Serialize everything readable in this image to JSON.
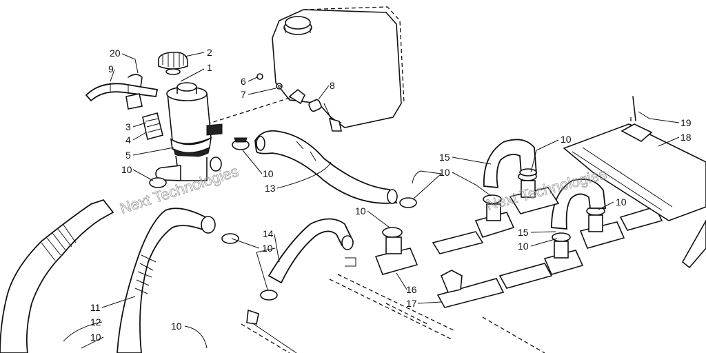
{
  "watermark": {
    "text": "Next Technologies"
  },
  "callouts": [
    {
      "id": "c20",
      "text": "20"
    },
    {
      "id": "c9",
      "text": "9"
    },
    {
      "id": "c2",
      "text": "2"
    },
    {
      "id": "c1",
      "text": "1"
    },
    {
      "id": "c6",
      "text": "6"
    },
    {
      "id": "c7",
      "text": "7"
    },
    {
      "id": "c8",
      "text": "8"
    },
    {
      "id": "c3",
      "text": "3"
    },
    {
      "id": "c4",
      "text": "4"
    },
    {
      "id": "c5",
      "text": "5"
    },
    {
      "id": "c10a",
      "text": "10"
    },
    {
      "id": "c10b",
      "text": "10"
    },
    {
      "id": "c13",
      "text": "13"
    },
    {
      "id": "c15a",
      "text": "15"
    },
    {
      "id": "c10c",
      "text": "10"
    },
    {
      "id": "c10d",
      "text": "10"
    },
    {
      "id": "c19",
      "text": "19"
    },
    {
      "id": "c18",
      "text": "18"
    },
    {
      "id": "c10e",
      "text": "10"
    },
    {
      "id": "c15b",
      "text": "15"
    },
    {
      "id": "c10f",
      "text": "10"
    },
    {
      "id": "c14",
      "text": "14"
    },
    {
      "id": "c10g",
      "text": "10"
    },
    {
      "id": "c10h",
      "text": "10"
    },
    {
      "id": "c16",
      "text": "16"
    },
    {
      "id": "c17",
      "text": "17"
    },
    {
      "id": "c11",
      "text": "11"
    },
    {
      "id": "c12",
      "text": "12"
    },
    {
      "id": "c10i",
      "text": "10"
    },
    {
      "id": "c10j",
      "text": "10"
    }
  ]
}
